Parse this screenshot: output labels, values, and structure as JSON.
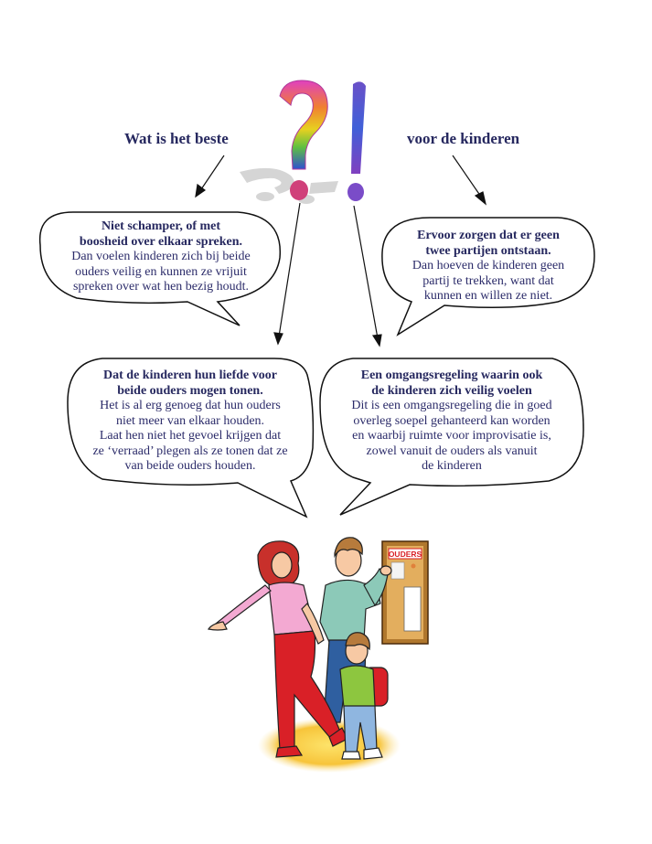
{
  "header": {
    "left": "Wat is het beste",
    "right": "voor de kinderen"
  },
  "bubbles": [
    {
      "id": "top-left",
      "title": [
        "Niet schamper, of met",
        "boosheid over elkaar spreken."
      ],
      "body": [
        "Dan voelen kinderen zich bij beide",
        "ouders veilig en kunnen ze vrijuit",
        "spreken over wat hen bezig houdt."
      ]
    },
    {
      "id": "top-right",
      "title": [
        "Ervoor zorgen dat er geen",
        "twee partijen ontstaan."
      ],
      "body": [
        "Dan hoeven de kinderen geen",
        "partij te trekken, want dat",
        "kunnen en willen ze niet."
      ]
    },
    {
      "id": "bottom-left",
      "title": [
        "Dat de kinderen hun liefde voor",
        "beide ouders mogen tonen."
      ],
      "body": [
        "Het is al erg genoeg dat hun ouders",
        "niet meer van elkaar houden.",
        "Laat hen niet het gevoel krijgen dat",
        "ze ‘verraad’ plegen als ze tonen dat ze",
        "van beide ouders houden."
      ]
    },
    {
      "id": "bottom-right",
      "title": [
        "Een omgangsregeling waarin ook",
        "de kinderen zich veilig voelen"
      ],
      "body": [
        "Dit is een omgangsregeling die in goed",
        "overleg soepel gehanteerd kan worden",
        "en waarbij ruimte voor improvisatie is,",
        "zowel vanuit de ouders als vanuit",
        "de kinderen"
      ]
    }
  ],
  "illustration": {
    "board_label": "OUDERS"
  },
  "colors": {
    "text": "#26285f",
    "outline": "#1a1a1a",
    "skirt_red": "#d92027",
    "shirt_pink": "#f3a9d2",
    "hair_red": "#c8302b",
    "shirt_teal": "#8cc9b8",
    "boy_green": "#8dc63f",
    "board_brown": "#b0772d",
    "glow_yellow": "#f7c43a"
  }
}
